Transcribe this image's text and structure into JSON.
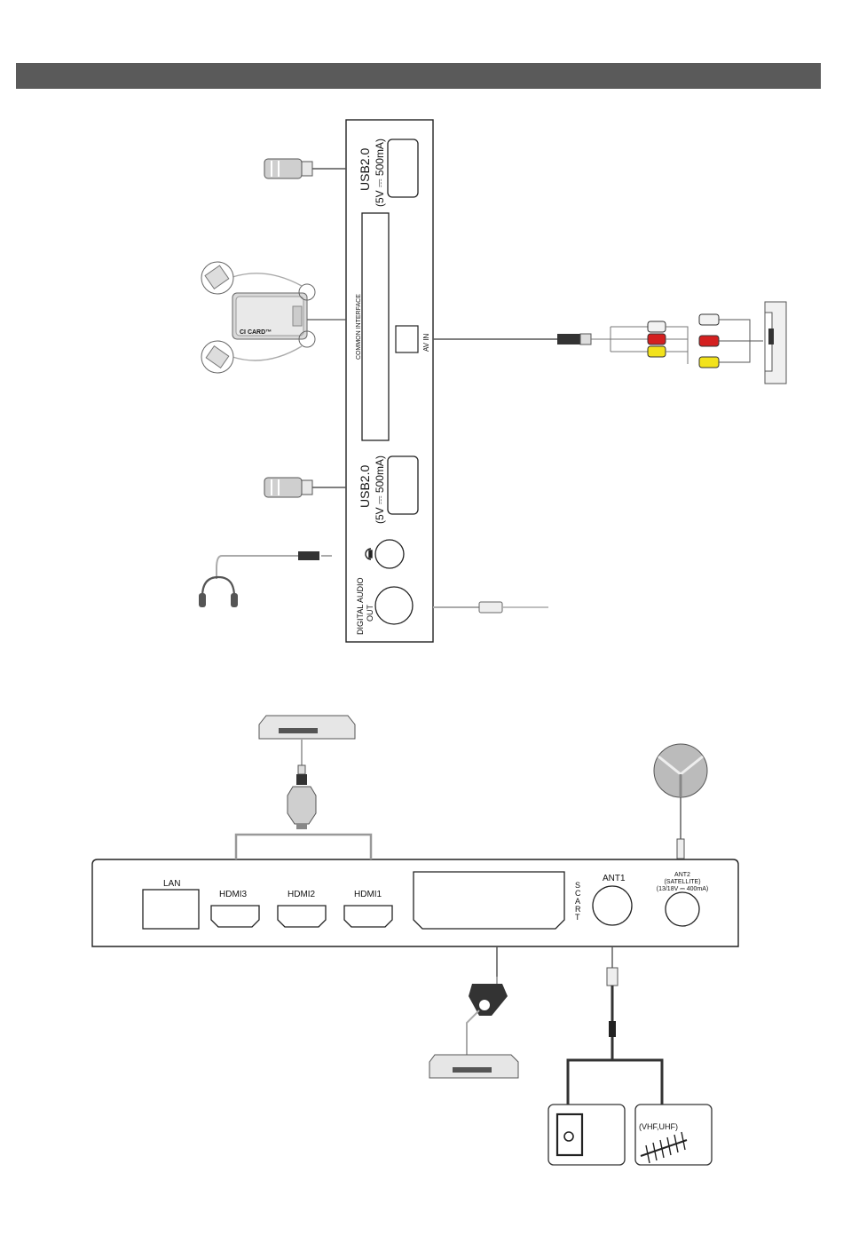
{
  "side_panel": {
    "usb_top_title": "USB2.0",
    "usb_top_rating": "(5V ⎓ 500mA)",
    "common_interface": "COMMON INTERFACE",
    "av_in": "AV IN",
    "usb_bottom_title": "USB2.0",
    "usb_bottom_rating": "(5V ⎓ 500mA)",
    "digital_audio_line1": "DIGITAL AUDIO",
    "digital_audio_line2": "OUT",
    "ci_card": "CI CARD™"
  },
  "rear_panel": {
    "lan": "LAN",
    "hdmi3": "HDMI3",
    "hdmi2": "HDMI2",
    "hdmi1": "HDMI1",
    "scart": [
      "S",
      "C",
      "A",
      "R",
      "T"
    ],
    "ant1": "ANT1",
    "ant2_line1": "ANT2",
    "ant2_line2": "(SATELLITE)",
    "ant2_line3": "(13/18V ⎓ 400mA)",
    "vhf_uhf": "(VHF,UHF)"
  },
  "colors": {
    "header_bar": "#5a5a5a",
    "rca_red": "#d42020",
    "rca_yellow": "#f2e21c",
    "rca_white": "#f2f2f2",
    "cable_gray": "#9a9a9a"
  }
}
